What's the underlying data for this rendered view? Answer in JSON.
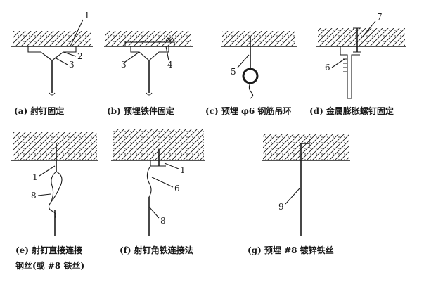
{
  "captions": {
    "a": "(a) 射钉固定",
    "b": "(b) 预埋铁件固定",
    "c": "(c) 预埋 φ6 钢筋吊环",
    "d": "(d) 金属膨胀螺钉固定",
    "e_line1": "(e) 射钉直接连接",
    "e_line2": "钢丝(或 #8 铁丝)",
    "f": "(f) 射钉角铁连接法",
    "g": "(g) 预埋 #8 镀锌铁丝"
  },
  "labels": {
    "a1": "1",
    "a2": "2",
    "a3": "3",
    "b3": "3",
    "b4": "4",
    "c5": "5",
    "d6": "6",
    "d7": "7",
    "e1": "1",
    "e8": "8",
    "f1": "1",
    "f6": "6",
    "f8": "8",
    "g9": "9"
  },
  "colors": {
    "ink": "#1a1a1a",
    "background": "#ffffff"
  }
}
